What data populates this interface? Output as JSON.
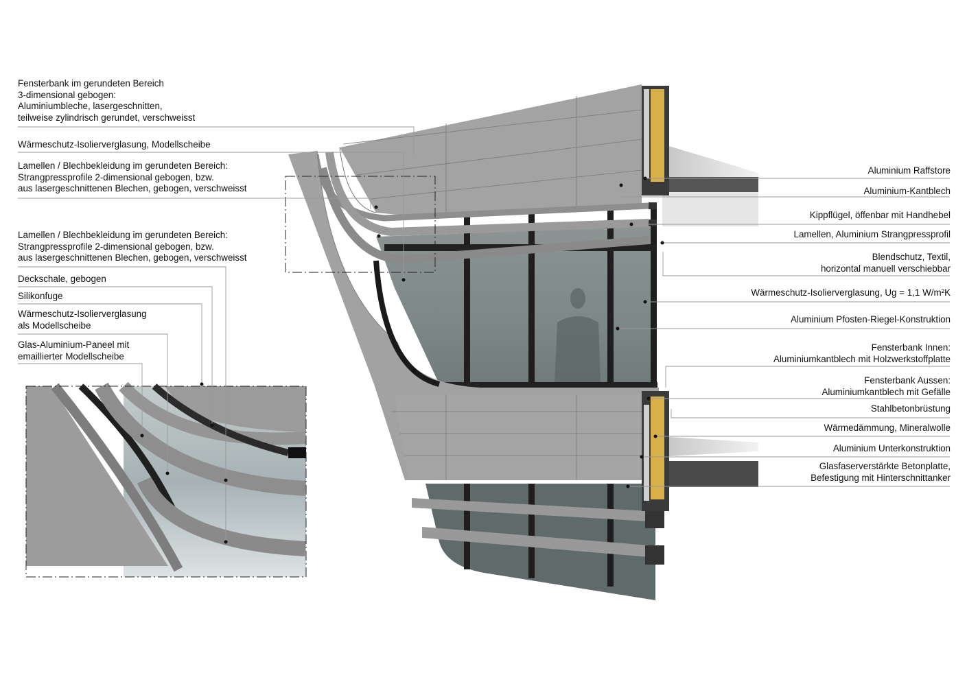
{
  "colors": {
    "panel": "#9a9a9a",
    "panel_light": "#a8a8a8",
    "frame": "#2b2b2b",
    "glass": "#7f8a8a",
    "insulation": "#d9b24a",
    "leader": "#8a8a8a"
  },
  "labels_left": [
    {
      "id": "fensterbank-gerundet",
      "lines": [
        "Fensterbank im gerundeten Bereich",
        "3-dimensional gebogen:",
        "Aluminiumbleche, lasergeschnitten,",
        "teilweise zylindrisch gerundet,  verschweisst"
      ]
    },
    {
      "id": "waermeschutz-modellscheibe",
      "lines": [
        "Wärmeschutz-Isolierverglasung, Modellscheibe"
      ]
    },
    {
      "id": "lamellen-1",
      "lines": [
        "Lamellen / Blechbekleidung im gerundeten Bereich:",
        "Strangpressprofile 2-dimensional gebogen, bzw.",
        "aus lasergeschnittenen Blechen, gebogen, verschweisst"
      ]
    },
    {
      "id": "lamellen-2",
      "lines": [
        "Lamellen / Blechbekleidung im gerundeten Bereich:",
        "Strangpressprofile 2-dimensional gebogen, bzw.",
        "aus lasergeschnittenen Blechen, gebogen, verschweisst"
      ]
    },
    {
      "id": "deckschale",
      "lines": [
        "Deckschale, gebogen"
      ]
    },
    {
      "id": "silikonfuge",
      "lines": [
        "Silikonfuge"
      ]
    },
    {
      "id": "isolierverglasung-modellscheibe",
      "lines": [
        "Wärmeschutz-Isolierverglasung",
        "als Modellscheibe"
      ]
    },
    {
      "id": "glas-aluminium-paneel",
      "lines": [
        "Glas-Aluminium-Paneel mit",
        "emaillierter Modellscheibe"
      ]
    }
  ],
  "labels_right": [
    {
      "id": "raffstore",
      "lines": [
        "Aluminium Raffstore"
      ]
    },
    {
      "id": "kantblech",
      "lines": [
        "Aluminium-Kantblech"
      ]
    },
    {
      "id": "kippfluegel",
      "lines": [
        "Kippflügel, öffenbar mit Handhebel"
      ]
    },
    {
      "id": "lamellen-strangpress",
      "lines": [
        "Lamellen, Aluminium Strangpressprofil"
      ]
    },
    {
      "id": "blendschutz",
      "lines": [
        "Blendschutz, Textil,",
        "horizontal manuell verschiebbar"
      ]
    },
    {
      "id": "isolierverglasung-ug",
      "lines": [
        "Wärmeschutz-Isolierverglasung, Ug = 1,1 W/m²K"
      ]
    },
    {
      "id": "pfosten-riegel",
      "lines": [
        "Aluminium Pfosten-Riegel-Konstruktion"
      ]
    },
    {
      "id": "fensterbank-innen",
      "lines": [
        "Fensterbank Innen:",
        "Aluminiumkantblech mit Holzwerkstoffplatte"
      ]
    },
    {
      "id": "fensterbank-aussen",
      "lines": [
        "Fensterbank Aussen:",
        "Aluminiumkantblech mit Gefälle"
      ]
    },
    {
      "id": "stahlbeton",
      "lines": [
        "Stahlbetonbrüstung"
      ]
    },
    {
      "id": "waermedaemmung",
      "lines": [
        "Wärmedämmung, Mineralwolle"
      ]
    },
    {
      "id": "unterkonstruktion",
      "lines": [
        "Aluminium Unterkonstruktion"
      ]
    },
    {
      "id": "betonplatte",
      "lines": [
        "Glasfaserverstärkte Betonplatte,",
        "Befestigung mit Hinterschnittanker"
      ]
    }
  ]
}
